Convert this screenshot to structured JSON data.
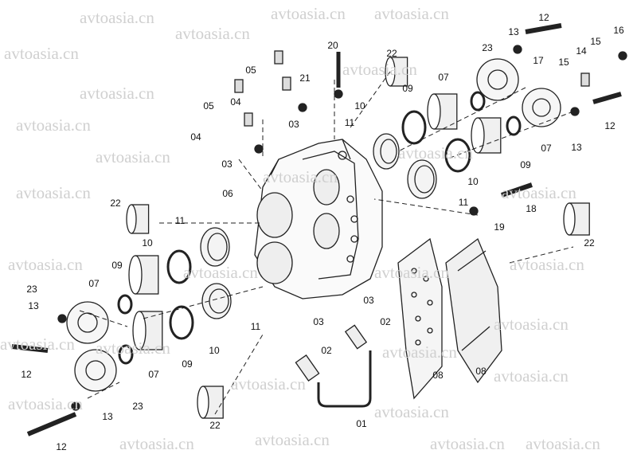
{
  "watermark": "avtoasia.cn",
  "part_labels": [
    "12",
    "13",
    "16",
    "15",
    "23",
    "17",
    "15",
    "14",
    "20",
    "22",
    "05",
    "05",
    "04",
    "21",
    "03",
    "04",
    "03",
    "07",
    "09",
    "10",
    "11",
    "12",
    "13",
    "07",
    "09",
    "10",
    "11",
    "18",
    "19",
    "22",
    "06",
    "22",
    "11",
    "10",
    "09",
    "07",
    "23",
    "13",
    "12",
    "23",
    "13",
    "12",
    "22",
    "07",
    "09",
    "10",
    "11",
    "03",
    "02",
    "03",
    "02",
    "01",
    "08",
    "08"
  ],
  "colors": {
    "line": "#222222",
    "watermark": "#d0d0d0"
  }
}
